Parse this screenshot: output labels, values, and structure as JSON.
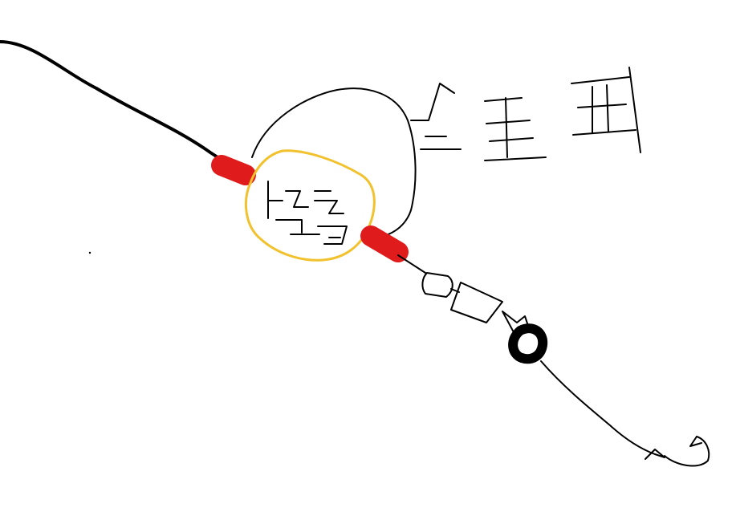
{
  "drawing": {
    "description_free": true,
    "colors": {
      "line": "#000000",
      "bead": "#e01b1b",
      "highlight": "#f2c12e",
      "weight": "#000000",
      "background": "#ffffff"
    },
    "icons": [
      "fishing-line",
      "bead",
      "float-loop",
      "swivel",
      "sinker",
      "hook"
    ]
  }
}
